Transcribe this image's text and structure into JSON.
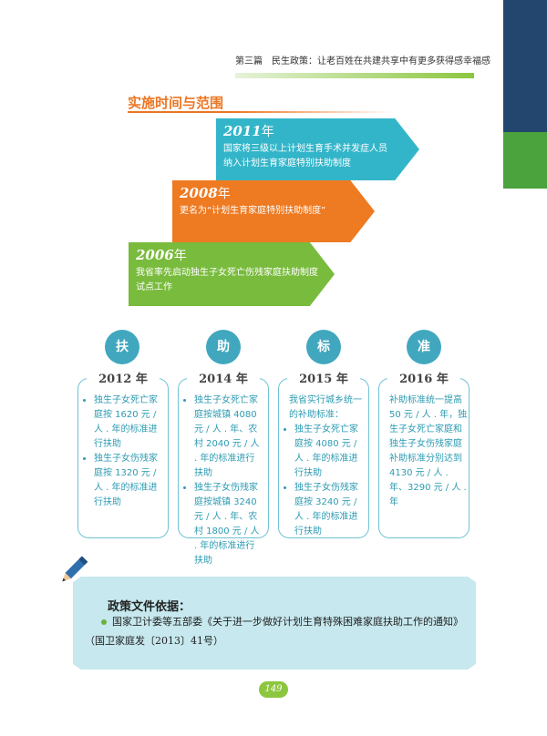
{
  "header": {
    "text": "第三篇　民生政策：让老百姓在共建共享中有更多获得感幸福感"
  },
  "section_title": "实施时间与范围",
  "timeline": [
    {
      "year": "2011",
      "suffix": "年",
      "desc": "国家将三级以上计划生育手术并发症人员纳入计划生育家庭特别扶助制度"
    },
    {
      "year": "2008",
      "suffix": "年",
      "desc": "更名为“计划生育家庭特别扶助制度”"
    },
    {
      "year": "2006",
      "suffix": "年",
      "desc": "我省率先启动独生子女死亡伤残家庭扶助制度试点工作"
    }
  ],
  "circles": [
    "扶",
    "助",
    "标",
    "准"
  ],
  "columns": [
    {
      "year": "2012 年",
      "intro": "",
      "items": [
        "独生子女死亡家庭按 1620 元 / 人 . 年的标准进行扶助",
        "独生子女伤残家庭按 1320 元 / 人 . 年的标准进行扶助"
      ]
    },
    {
      "year": "2014 年",
      "intro": "",
      "items": [
        "独生子女死亡家庭按城镇 4080 元 / 人 . 年、农村 2040 元 / 人 . 年的标准进行扶助",
        "独生子女伤残家庭按城镇 3240 元 / 人 . 年、农村 1800 元 / 人 . 年的标准进行扶助"
      ]
    },
    {
      "year": "2015 年",
      "intro": "我省实行城乡统一的补助标准：",
      "items": [
        "独生子女死亡家庭按 4080 元 / 人 . 年的标准进行扶助",
        "独生子女伤残家庭按 3240 元 / 人 . 年的标准进行扶助"
      ]
    },
    {
      "year": "2016 年",
      "intro": "补助标准统一提高 50 元 / 人 . 年，独生子女死亡家庭和独生子女伤残家庭补助标准分别达到 4130 元 / 人 . 年、3290 元 / 人 . 年",
      "items": []
    }
  ],
  "policy": {
    "title": "政策文件依据：",
    "text": "国家卫计委等五部委《关于进一步做好计划生育特殊困难家庭扶助工作的通知》（国卫家庭发〔2013〕41号）"
  },
  "page_number": "149"
}
